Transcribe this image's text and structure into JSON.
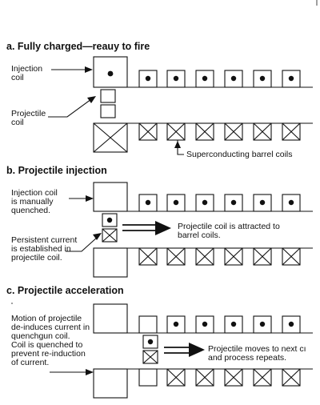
{
  "panels": {
    "a": {
      "heading": "a. Fully charged—reauy to fire",
      "label_injection": "Injection\ncoil",
      "label_projectile": "Projectile\ncoil",
      "label_barrel": "Superconducting barrel coils"
    },
    "b": {
      "heading": "b. Projectile injection",
      "label_quenched": "Injection coil\nis manually\nquenched.",
      "label_persistent": "Persistent current\nis established in\nprojectile coil.",
      "label_attracted": "Projectile coil is attracted to\nbarrel coils."
    },
    "c": {
      "heading": "c. Projectile acceleration",
      "label_motion": "Motion of projectile\nde-induces current in\nquenchgun coil.\nCoil is quenched to\nprevent re-induction\nof current.",
      "label_moves": "Projectile moves to next cı\nand process repeats."
    }
  },
  "symbols": {
    "current_out": "dot",
    "current_in": "cross"
  }
}
